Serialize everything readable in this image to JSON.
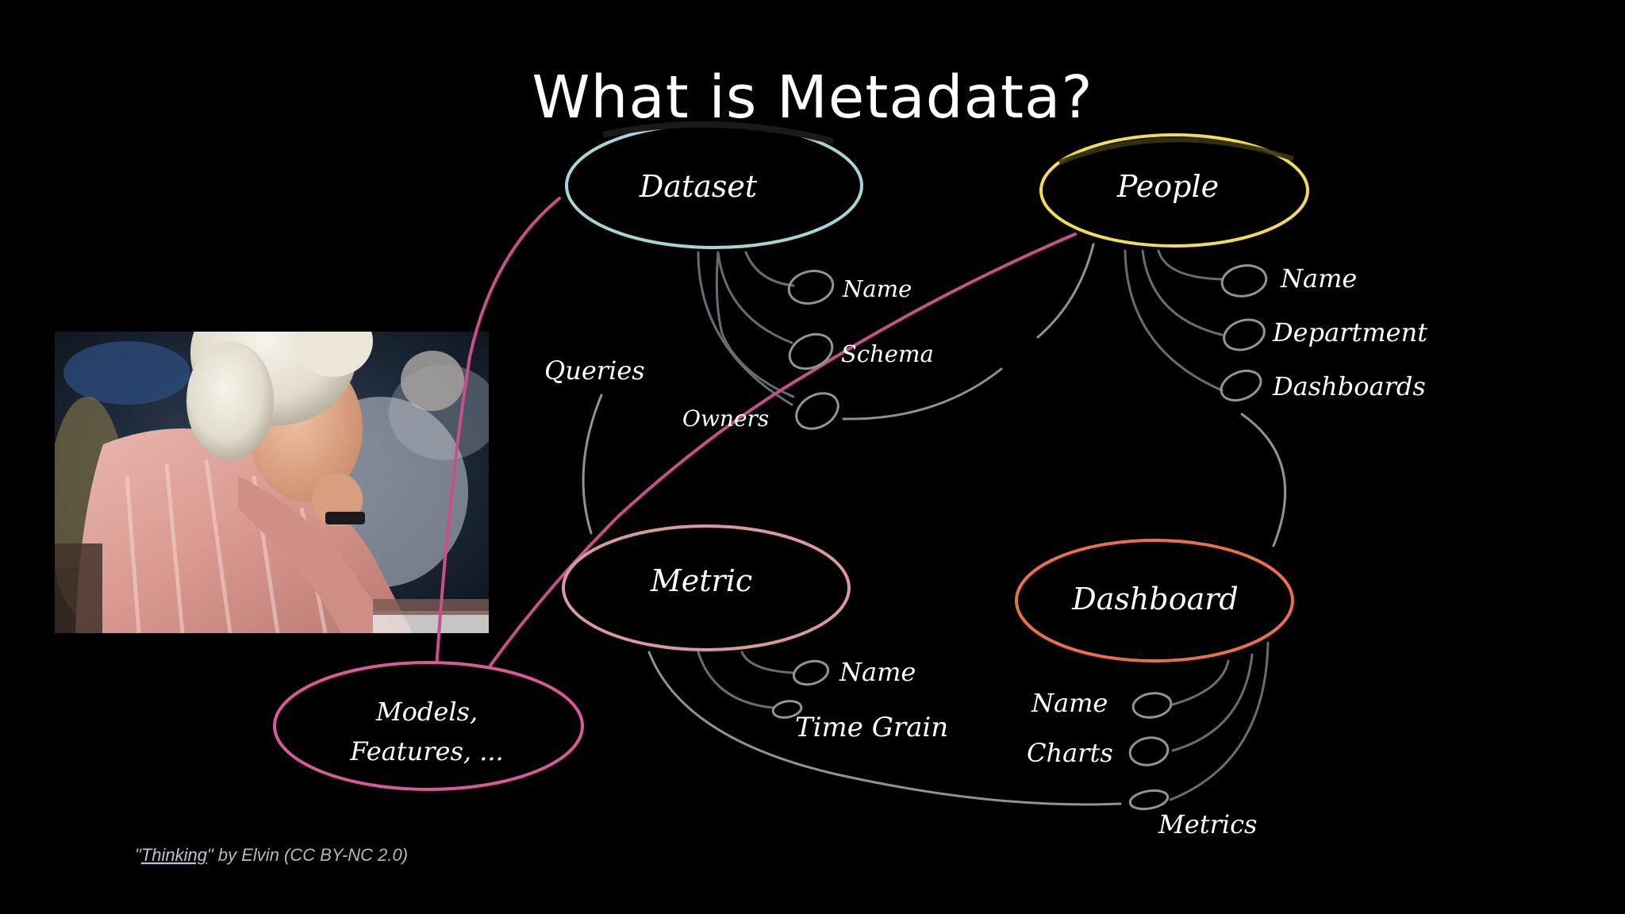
{
  "slide": {
    "title": "What is Metadata?",
    "credit": {
      "prefix": "\"",
      "link_text": "Thinking",
      "suffix": "\" by Elvin (CC BY-NC 2.0)"
    }
  },
  "nodes": {
    "dataset": {
      "label": "Dataset",
      "color": "#a9d4d6"
    },
    "people": {
      "label": "People",
      "color": "#f0dc5a"
    },
    "metric": {
      "label": "Metric",
      "color": "#d99a9e"
    },
    "dashboard": {
      "label": "Dashboard",
      "color": "#e8704f"
    },
    "models": {
      "label_line1": "Models,",
      "label_line2": "Features, ...",
      "color": "#d9599a"
    }
  },
  "attributes": {
    "dataset": [
      "Name",
      "Schema",
      "Owners"
    ],
    "people": [
      "Name",
      "Department",
      "Dashboards"
    ],
    "metric": [
      "Name",
      "Time Grain"
    ],
    "dashboard": [
      "Name",
      "Charts",
      "Metrics"
    ]
  },
  "edges": {
    "queries": "Queries"
  },
  "colors": {
    "background": "#000000",
    "connector": "#8d9396",
    "model_link": "#c8508a"
  }
}
